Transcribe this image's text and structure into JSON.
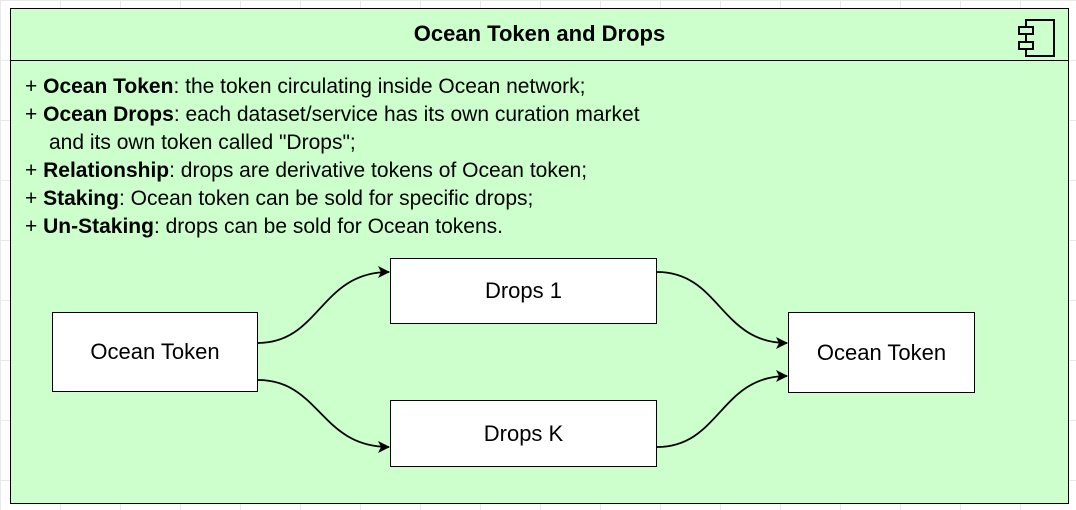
{
  "component": {
    "title": "Ocean Token and Drops",
    "icon": "component-icon"
  },
  "notes": [
    {
      "prefix": "+ ",
      "term": "Ocean Token",
      "text": ": the token circulating inside Ocean network;"
    },
    {
      "prefix": "+ ",
      "term": "Ocean Drops",
      "text": ": each dataset/service has its own curation market"
    },
    {
      "prefix": "",
      "term": "",
      "text": "and its own token called \"Drops\";"
    },
    {
      "prefix": "+ ",
      "term": "Relationship",
      "text": ": drops are derivative tokens of Ocean token;"
    },
    {
      "prefix": "+ ",
      "term": "Staking",
      "text": ": Ocean token can be sold for specific drops;"
    },
    {
      "prefix": "+ ",
      "term": "Un-Staking",
      "text": ": drops can be sold for Ocean tokens."
    }
  ],
  "nodes": {
    "source": "Ocean Token",
    "drops_1": "Drops 1",
    "drops_k": "Drops K",
    "target": "Ocean Token"
  },
  "colors": {
    "component_fill": "#ccffcc",
    "node_fill": "#ffffff",
    "stroke": "#000000"
  }
}
